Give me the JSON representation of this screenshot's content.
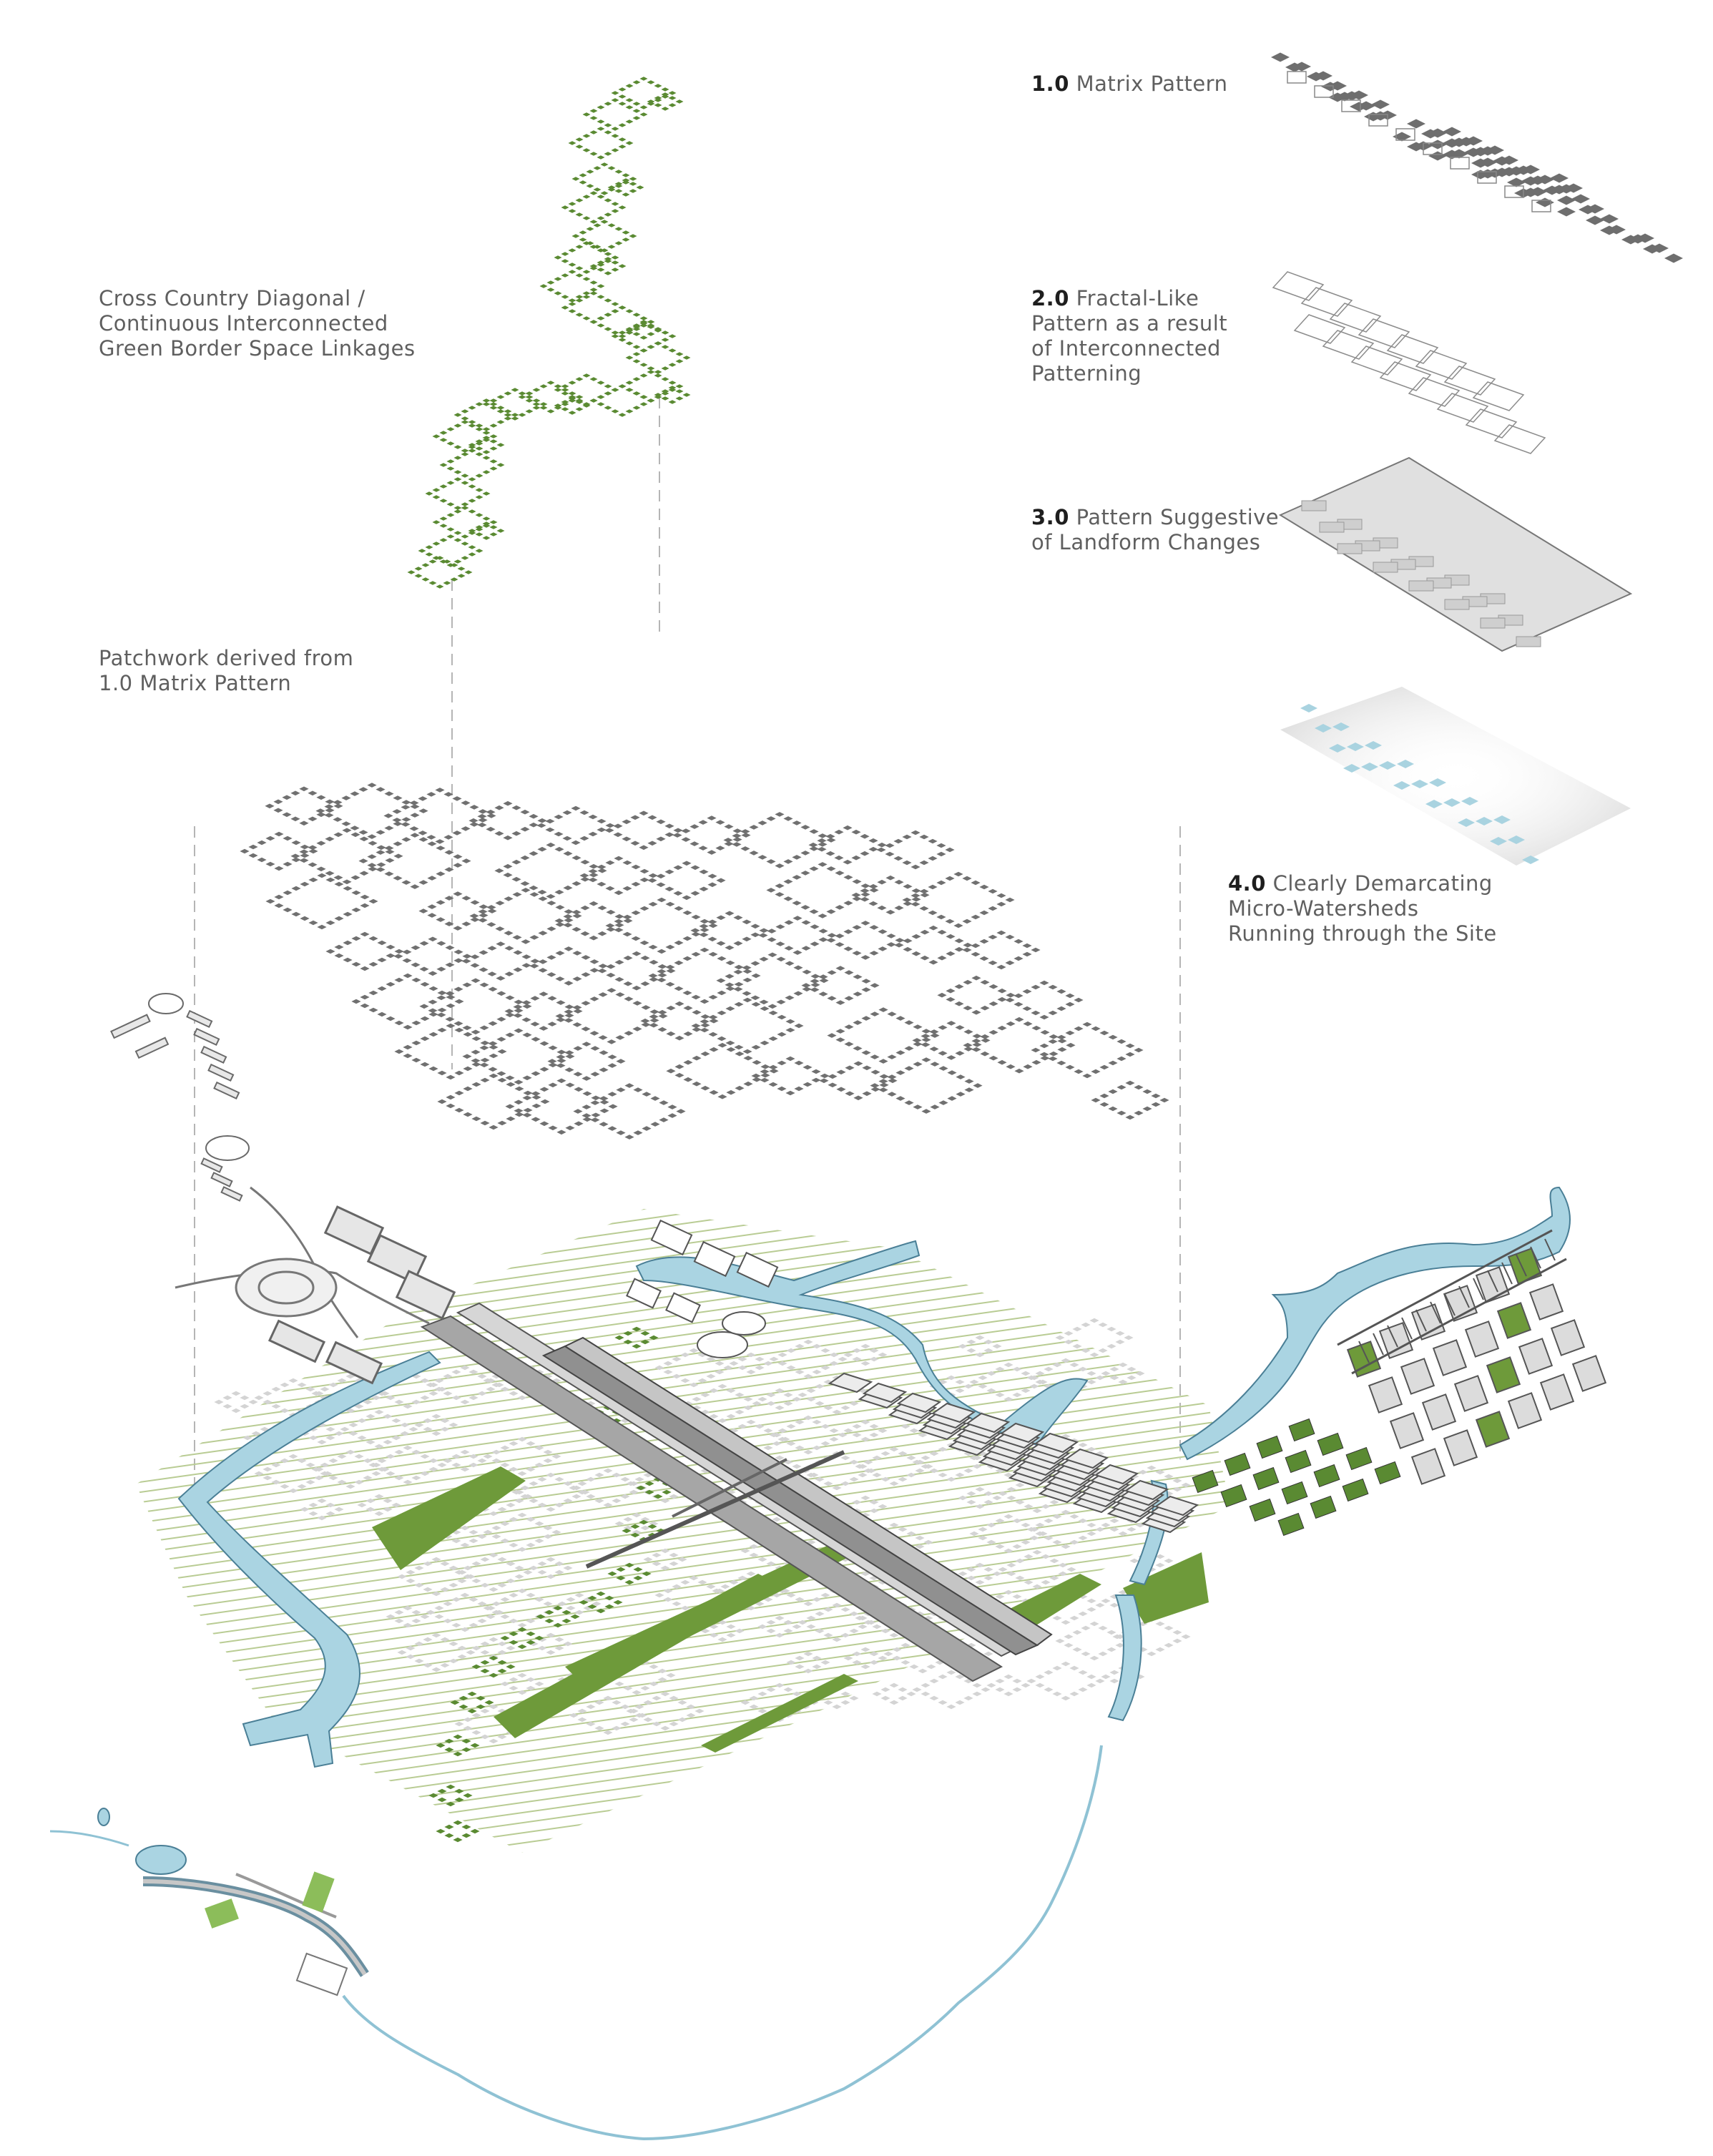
{
  "labels": {
    "green_linkages": [
      "Cross Country Diagonal /",
      "Continuous Interconnected",
      "Green Border Space Linkages"
    ],
    "patchwork": [
      "Patchwork derived from",
      "1.0 Matrix Pattern"
    ]
  },
  "steps": [
    {
      "num": "1.0",
      "lines": [
        "Matrix Pattern"
      ]
    },
    {
      "num": "2.0",
      "lines": [
        "Fractal-Like",
        "Pattern as a result",
        "of Interconnected",
        "Patterning"
      ]
    },
    {
      "num": "3.0",
      "lines": [
        "Pattern Suggestive",
        "of Landform Changes"
      ]
    },
    {
      "num": "4.0",
      "lines": [
        "Clearly Demarcating",
        "Micro-Watersheds",
        "Running through the Site"
      ]
    }
  ],
  "colors": {
    "matrix_grey": "#6e6e6e",
    "patch_grey": "#707070",
    "light_patch": "#d4d4d4",
    "green": "#5a8a32",
    "field_green": "#7aa040",
    "hatch_green": "#b9cc94",
    "water_blue": "#a9d3e0",
    "water_edge": "#4a7f96",
    "road_grey": "#9a9a9a",
    "outline": "#8c8c8c"
  }
}
